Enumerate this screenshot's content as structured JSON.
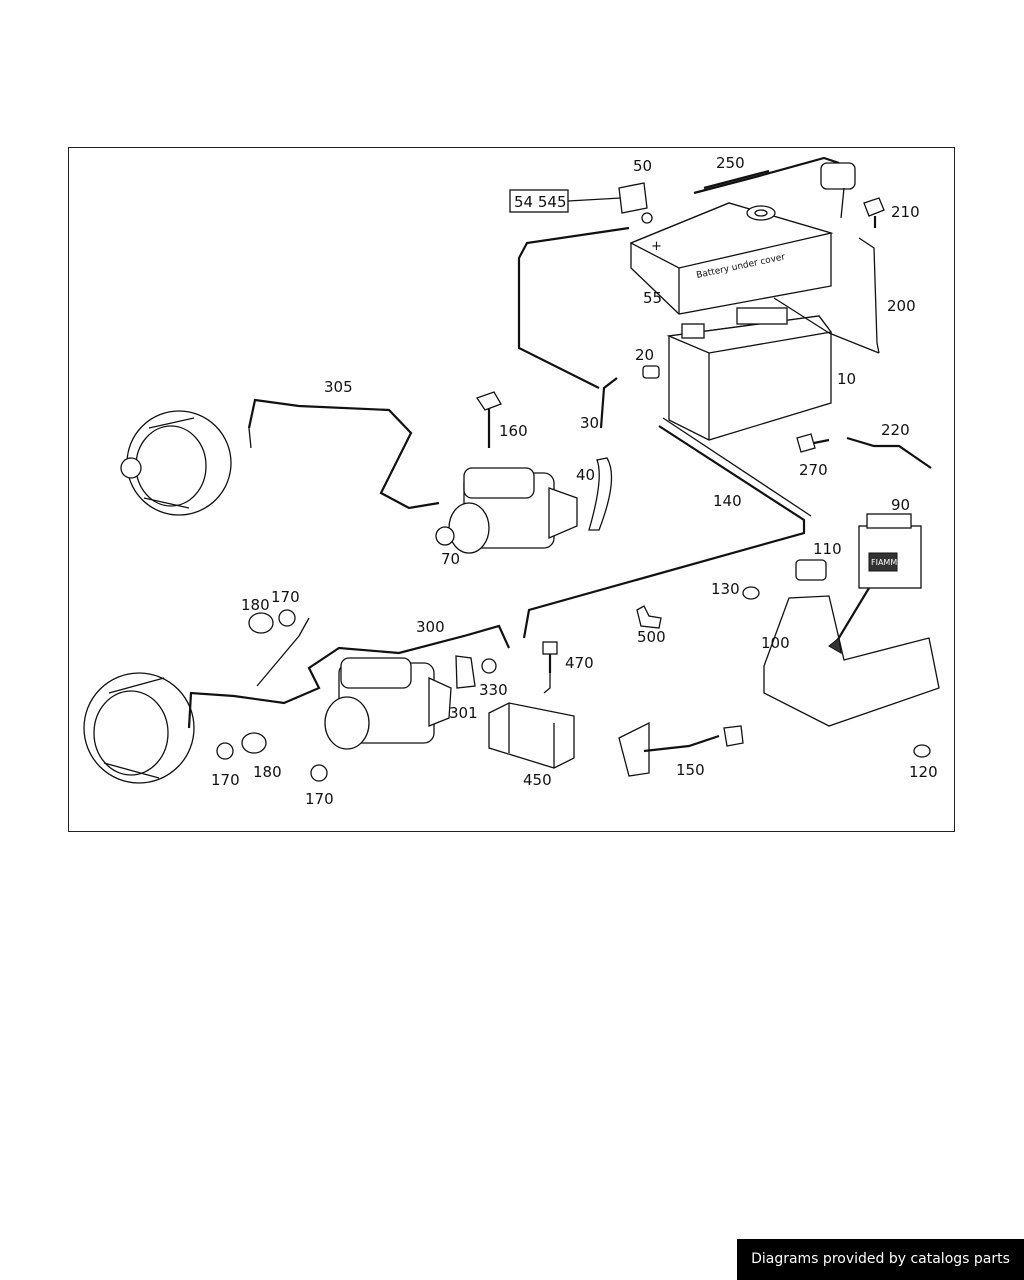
{
  "diagram": {
    "box_label": "54 545",
    "cover_text": "Battery under cover",
    "aux_battery_brand": "FIAMM",
    "parts": [
      "50",
      "250",
      "210",
      "55",
      "200",
      "20",
      "10",
      "305",
      "160",
      "30",
      "40",
      "220",
      "270",
      "140",
      "70",
      "90",
      "110",
      "130",
      "180",
      "170",
      "300",
      "500",
      "100",
      "470",
      "330",
      "301",
      "180",
      "170",
      "450",
      "150",
      "120",
      "170"
    ]
  },
  "footer": {
    "text": "Diagrams provided by catalogs parts"
  }
}
